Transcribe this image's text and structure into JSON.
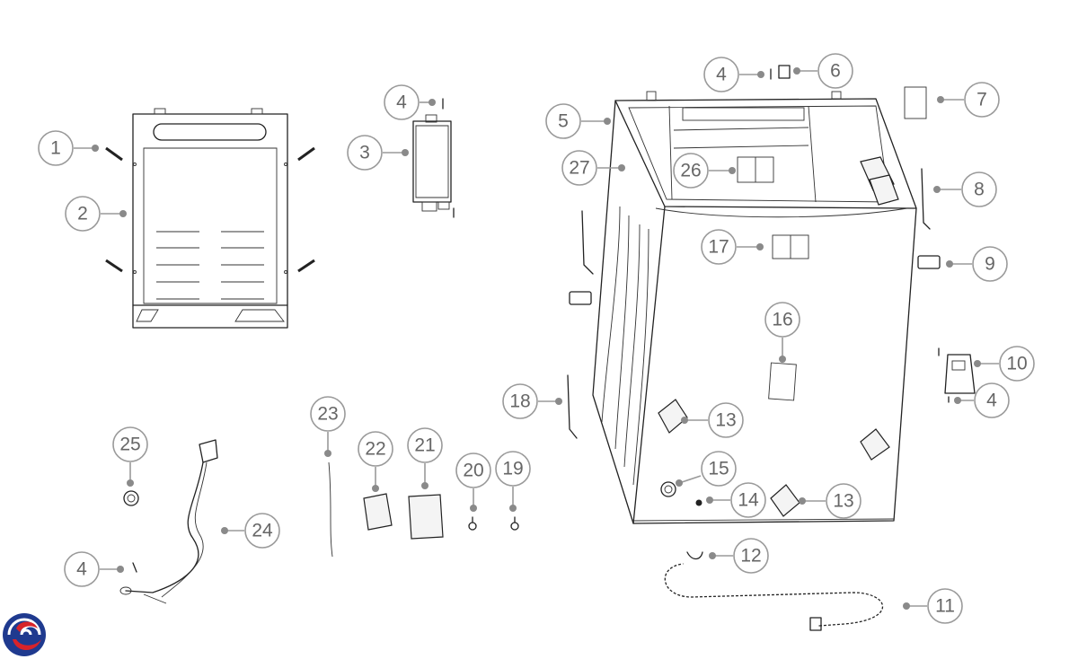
{
  "diagram": {
    "callouts": [
      {
        "id": "c1",
        "label": "1"
      },
      {
        "id": "c2",
        "label": "2"
      },
      {
        "id": "c3",
        "label": "3"
      },
      {
        "id": "c4a",
        "label": "4"
      },
      {
        "id": "c4b",
        "label": "4"
      },
      {
        "id": "c4c",
        "label": "4"
      },
      {
        "id": "c4d",
        "label": "4"
      },
      {
        "id": "c5",
        "label": "5"
      },
      {
        "id": "c6",
        "label": "6"
      },
      {
        "id": "c7",
        "label": "7"
      },
      {
        "id": "c8",
        "label": "8"
      },
      {
        "id": "c9",
        "label": "9"
      },
      {
        "id": "c10",
        "label": "10"
      },
      {
        "id": "c11",
        "label": "11"
      },
      {
        "id": "c12",
        "label": "12"
      },
      {
        "id": "c13a",
        "label": "13"
      },
      {
        "id": "c13b",
        "label": "13"
      },
      {
        "id": "c14",
        "label": "14"
      },
      {
        "id": "c15",
        "label": "15"
      },
      {
        "id": "c16",
        "label": "16"
      },
      {
        "id": "c17",
        "label": "17"
      },
      {
        "id": "c18",
        "label": "18"
      },
      {
        "id": "c19",
        "label": "19"
      },
      {
        "id": "c20",
        "label": "20"
      },
      {
        "id": "c21",
        "label": "21"
      },
      {
        "id": "c22",
        "label": "22"
      },
      {
        "id": "c23",
        "label": "23"
      },
      {
        "id": "c24",
        "label": "24"
      },
      {
        "id": "c25",
        "label": "25"
      },
      {
        "id": "c26",
        "label": "26"
      },
      {
        "id": "c27",
        "label": "27"
      }
    ],
    "logo": {
      "icon": "brand-swirl-logo",
      "colors": [
        "#1f3a8f",
        "#d8232a"
      ]
    }
  }
}
